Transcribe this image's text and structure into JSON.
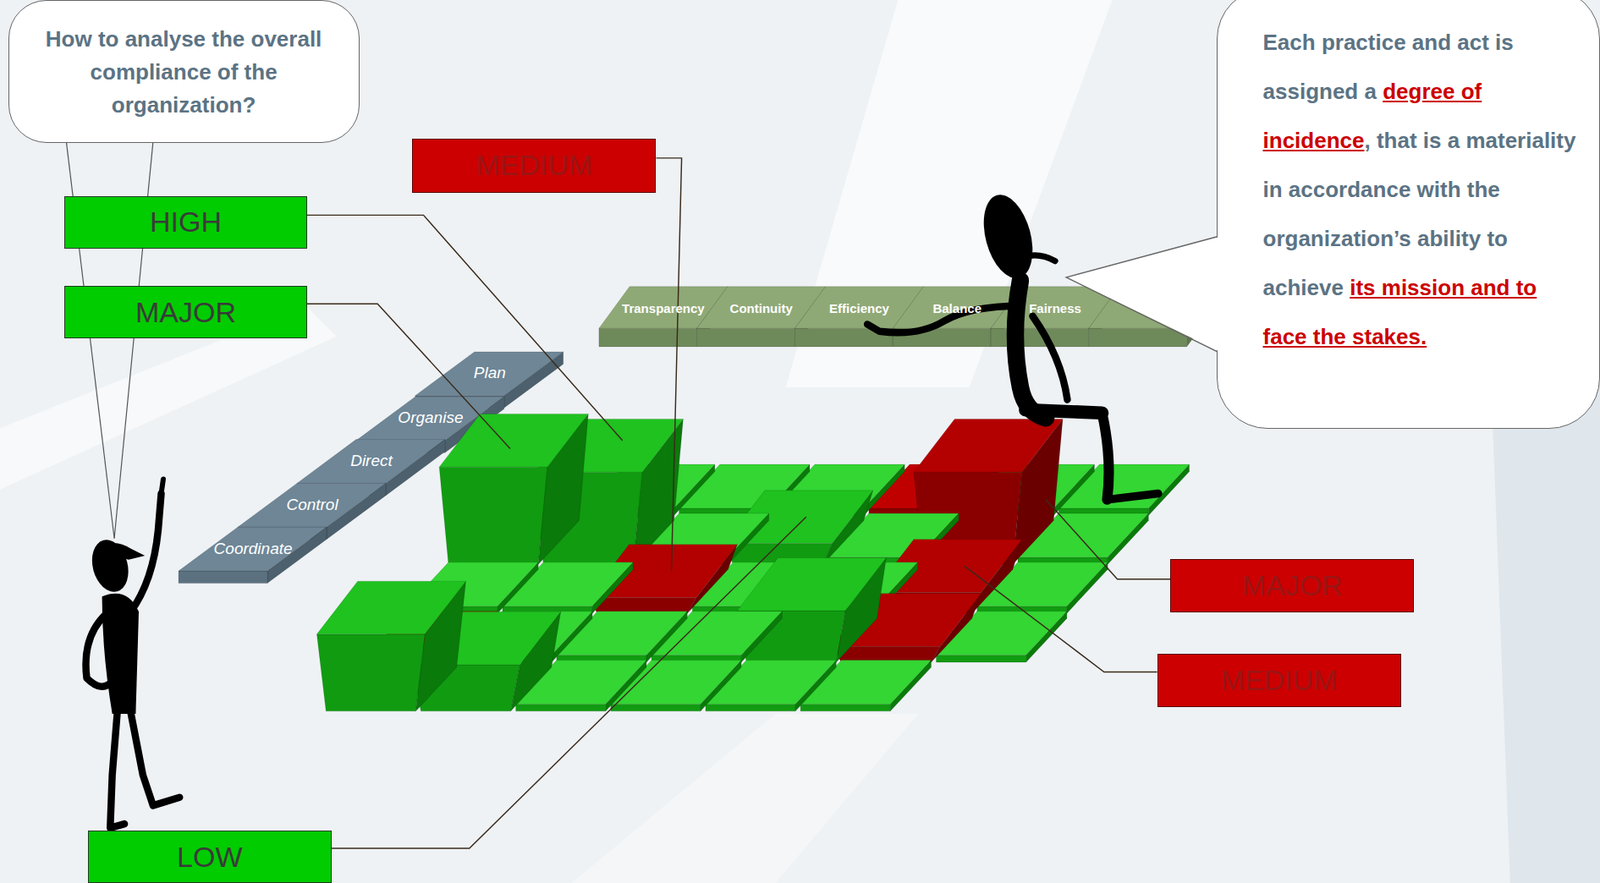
{
  "diagram": {
    "nodes": [
      {
        "text": [
          "How to analyse the overall compliance of the organization?"
        ]
      },
      {
        "text": [
          "Each practice and act is assigned a",
          "degree of incidence",
          ", that is a materiality in accordance with the organization’s ability to achieve",
          "its mission and to face the stakes."
        ]
      },
      {
        "text": [
          "MEDIUM"
        ]
      },
      {
        "text": [
          "HIGH"
        ]
      },
      {
        "text": [
          "MAJOR"
        ]
      },
      {
        "text": [
          "Plan"
        ]
      },
      {
        "text": [
          "Organise"
        ]
      },
      {
        "text": [
          "Direct"
        ]
      },
      {
        "text": [
          "Control"
        ]
      },
      {
        "text": [
          "Coordinate"
        ]
      },
      {
        "text": [
          "Transparency"
        ]
      },
      {
        "text": [
          "Continuity"
        ]
      },
      {
        "text": [
          "Efficiency"
        ]
      },
      {
        "text": [
          "Balance"
        ]
      },
      {
        "text": [
          "Fairness"
        ]
      },
      {
        "text": [
          "MAJOR"
        ]
      },
      {
        "text": [
          "MEDIUM"
        ]
      },
      {
        "text": [
          "LOW"
        ]
      }
    ]
  }
}
